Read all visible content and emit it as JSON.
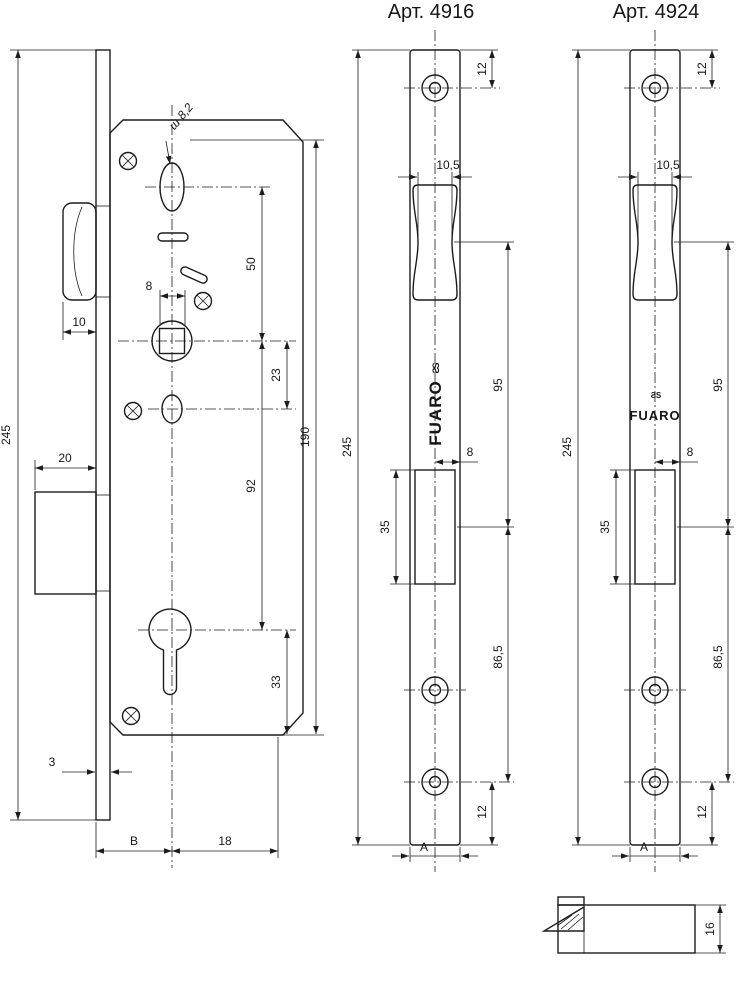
{
  "titles": {
    "plate_4916": "Арт. 4916",
    "plate_4924": "Арт. 4924"
  },
  "brand": {
    "name": "FUARO",
    "mark": "S"
  },
  "body_view": {
    "dims": {
      "height": "245",
      "slot_label": "ш 8,2",
      "square": "8",
      "latch_protrusion": "10",
      "bolt_width": "20",
      "plate_thickness": "3",
      "backset_label": "B",
      "center_offset": "18",
      "cyl_to_square": "50",
      "square_to_oval": "23",
      "square_to_cyl": "92",
      "cyl_to_edge": "33",
      "mount_span": "190"
    }
  },
  "plate_4916": {
    "dims": {
      "top_hole": "12",
      "waist": "10,5",
      "height": "245",
      "centers": "95",
      "half_width": "8",
      "bolt_cutout": "35",
      "lower_span": "86,5",
      "bottom_hole": "12",
      "width_label": "A"
    }
  },
  "plate_4924": {
    "dims": {
      "top_hole": "12",
      "waist": "10,5",
      "height": "245",
      "centers": "95",
      "half_width": "8",
      "bolt_cutout": "35",
      "lower_span": "86,5",
      "bottom_hole": "12",
      "width_label": "A"
    }
  },
  "strike_box": {
    "dims": {
      "height": "16"
    }
  }
}
